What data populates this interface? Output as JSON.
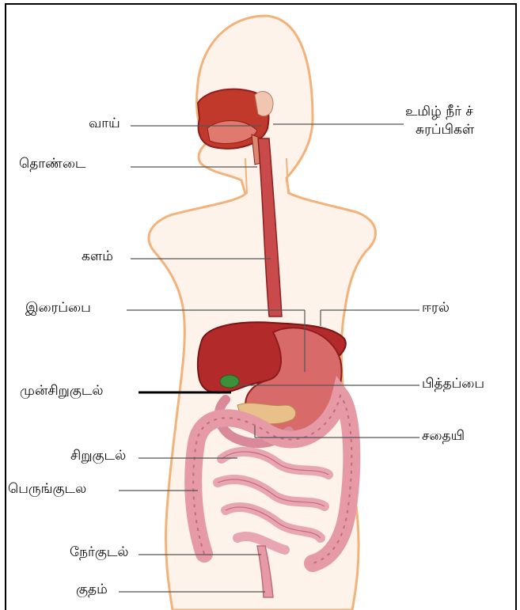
{
  "labels": {
    "vaai": "வாய்",
    "thondai": "தொண்டை",
    "kalam": "களம்",
    "iraippai": "இரைப்பை",
    "munsirukudal": "முன்சிறுகுடல்",
    "sirukudal": "சிறுகுடல்",
    "perungudal": "பெருங்குடல",
    "nerkudal": "நேர்குடல்",
    "kutham": "குதம்",
    "umizhneer_line1": "உமிழ் நீர் ச்",
    "umizhneer_line2": "சுரப்பிகள்",
    "eeral": "ஈரல்",
    "piththappai": "பித்தப்பை",
    "sathaiyi": "சதையி"
  },
  "colors": {
    "skin_outline": "#f2b27a",
    "skin_fill": "#fdf3ea",
    "organ_red": "#b32a2a",
    "organ_dark": "#8f1d1d",
    "intestine_pink": "#e59aa6",
    "intestine_dark": "#c56a7c",
    "gallbladder_green": "#3d8f3a",
    "pancreas": "#e9c08a",
    "leader_line": "#555555"
  }
}
